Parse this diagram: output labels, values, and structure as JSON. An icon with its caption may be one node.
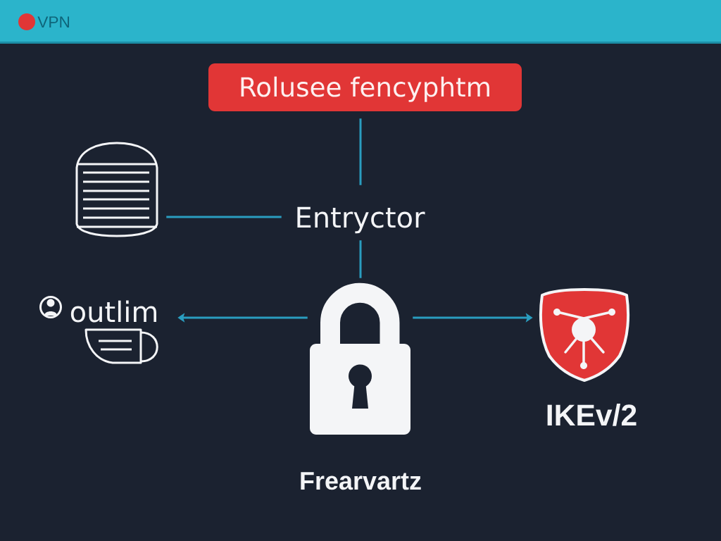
{
  "diagram": {
    "nodes": [
      {
        "text": [
          "Rolusee fencyphtm"
        ]
      },
      {
        "text": [],
        "shape": "picture"
      },
      {
        "text": [
          "Entryctor"
        ]
      },
      {
        "text": [
          "outlim"
        ]
      },
      {
        "text": [],
        "shape": "picture",
        "beside": [
          "Frearvartz"
        ]
      },
      {
        "text": [],
        "shape": "picture",
        "beside": [
          "IKEv/2"
        ]
      }
    ],
    "edges": [
      {
        "from": 0,
        "to": 2,
        "arrow": "none"
      },
      {
        "from": 1,
        "to": 2,
        "arrow": "none"
      },
      {
        "from": 2,
        "to": 4,
        "arrow": "none"
      },
      {
        "from": 4,
        "to": 3,
        "arrow": "to"
      },
      {
        "from": 4,
        "to": 5,
        "arrow": "to"
      }
    ],
    "labels": [
      "VPN"
    ]
  }
}
